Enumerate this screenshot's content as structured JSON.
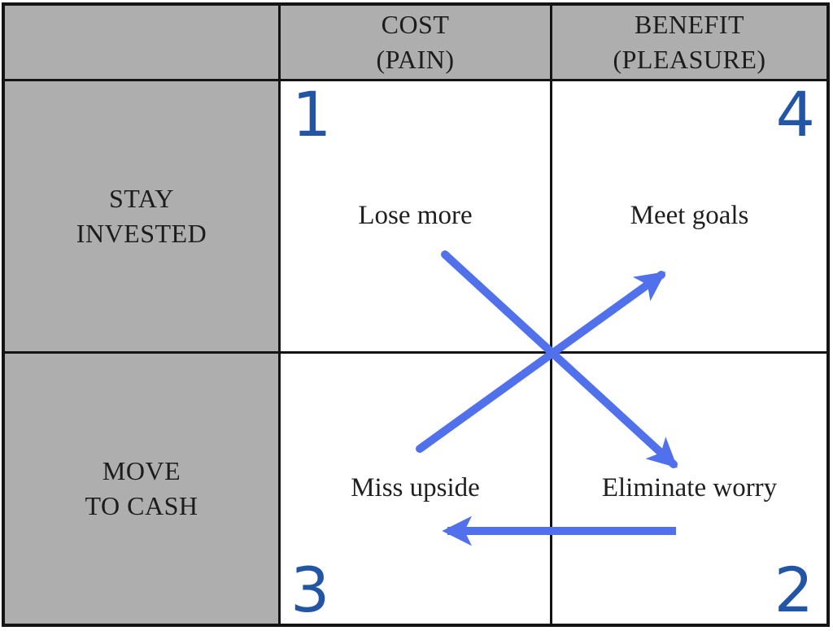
{
  "table": {
    "column_headers": [
      {
        "id": "cost",
        "label": "COST\n(PAIN)"
      },
      {
        "id": "benefit",
        "label": "BENEFIT\n(PLEASURE)"
      }
    ],
    "row_headers": [
      {
        "id": "stay-invested",
        "label": "STAY\nINVESTED"
      },
      {
        "id": "move-to-cash",
        "label": "MOVE\nTO CASH"
      }
    ],
    "quadrants": [
      {
        "number": "1",
        "label": "Lose more",
        "row": "STAY INVESTED",
        "column": "COST (PAIN)"
      },
      {
        "number": "4",
        "label": "Meet goals",
        "row": "STAY INVESTED",
        "column": "BENEFIT (PLEASURE)"
      },
      {
        "number": "3",
        "label": "Miss upside",
        "row": "MOVE TO CASH",
        "column": "COST (PAIN)"
      },
      {
        "number": "2",
        "label": "Eliminate worry",
        "row": "MOVE TO CASH",
        "column": "BENEFIT (PLEASURE)"
      }
    ]
  },
  "arrows": [
    {
      "name": "lose-more-to-eliminate-worry",
      "from": "Lose more",
      "to": "Eliminate worry",
      "direction": "down-right"
    },
    {
      "name": "miss-upside-to-meet-goals",
      "from": "Miss upside",
      "to": "Meet goals",
      "direction": "up-right"
    },
    {
      "name": "eliminate-worry-to-miss-upside",
      "from": "Eliminate worry",
      "to": "Miss upside",
      "direction": "left"
    }
  ],
  "colors": {
    "header_bg": "#aeaeae",
    "grid_line": "#141414",
    "quadrant_bg": "#ffffff",
    "number_blue": "#2355a5",
    "arrow_blue": "#5170ec",
    "text": "#1c1c1c"
  }
}
